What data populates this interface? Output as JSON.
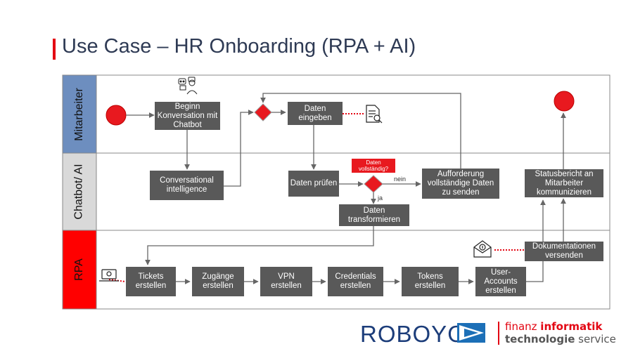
{
  "title": "Use Case – HR Onboarding (RPA + AI)",
  "lanes": [
    {
      "label": "Mitarbeiter",
      "color": "#6d8ebf"
    },
    {
      "label": "Chatbot/ AI",
      "color": "#d9d9d9"
    },
    {
      "label": "RPA",
      "color": "#ff0000"
    }
  ],
  "nodes": {
    "beginn": "Beginn Konversation mit Chatbot",
    "daten_eingeben": "Daten eingeben",
    "conversational": "Conversational intelligence",
    "daten_pruefen": "Daten prüfen",
    "aufforderung": "Aufforderung vollständige Daten zu senden",
    "statusbericht": "Statusbericht an Mitarbeiter kommunizieren",
    "daten_transformieren": "Daten transformieren",
    "dokumentationen": "Dokumentationen versenden",
    "tickets": "Tickets erstellen",
    "zugaenge": "Zugänge erstellen",
    "vpn": "VPN erstellen",
    "credentials": "Credentials erstellen",
    "tokens": "Tokens erstellen",
    "user_accounts": "User-Accounts erstellen"
  },
  "labels": {
    "question": "Daten vollständig?",
    "nein": "nein",
    "ja": "ja"
  },
  "icons": [
    "chatbot-icon",
    "document-search-icon",
    "laptop-icon",
    "envelope-icon"
  ],
  "logos": {
    "roboyo": "ROBOYO",
    "fi_line1_a": "finanz ",
    "fi_line1_b": "informatik",
    "fi_line2_a": "technologie",
    "fi_line2_b": " service"
  },
  "colors": {
    "accent_red": "#e30613",
    "box": "#595959",
    "roboyo_blue": "#1c3d7a"
  }
}
